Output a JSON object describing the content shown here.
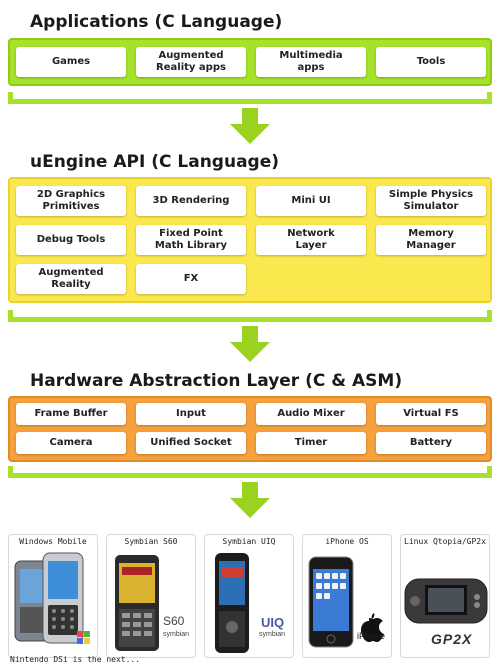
{
  "colors": {
    "green": "#a6e22a",
    "yellow": "#fbe84e",
    "orange": "#f6a13d",
    "arrow": "#9ad21f"
  },
  "applications": {
    "title": "Applications (C Language)",
    "items": [
      "Games",
      "Augmented\nReality apps",
      "Multimedia\napps",
      "Tools"
    ]
  },
  "api": {
    "title": "uEngine API (C Language)",
    "items": [
      "2D Graphics\nPrimitives",
      "3D Rendering",
      "Mini UI",
      "Simple Physics\nSimulator",
      "Debug Tools",
      "Fixed Point\nMath Library",
      "Network\nLayer",
      "Memory\nManager",
      "Augmented\nReality",
      "FX"
    ]
  },
  "hal": {
    "title": "Hardware Abstraction Layer (C & ASM)",
    "items": [
      "Frame Buffer",
      "Input",
      "Audio Mixer",
      "Virtual FS",
      "Camera",
      "Unified Socket",
      "Timer",
      "Battery"
    ]
  },
  "platforms": [
    {
      "name": "Windows Mobile",
      "logo": ""
    },
    {
      "name": "Symbian S60",
      "logo": "S60\nsymbian"
    },
    {
      "name": "Symbian UIQ",
      "logo": "UIQ\nsymbian"
    },
    {
      "name": "iPhone OS",
      "logo": "iPhone"
    },
    {
      "name": "Linux Qtopia/GP2x",
      "logo": "GP2X"
    }
  ],
  "footer": "Nintendo DSi is the next..."
}
